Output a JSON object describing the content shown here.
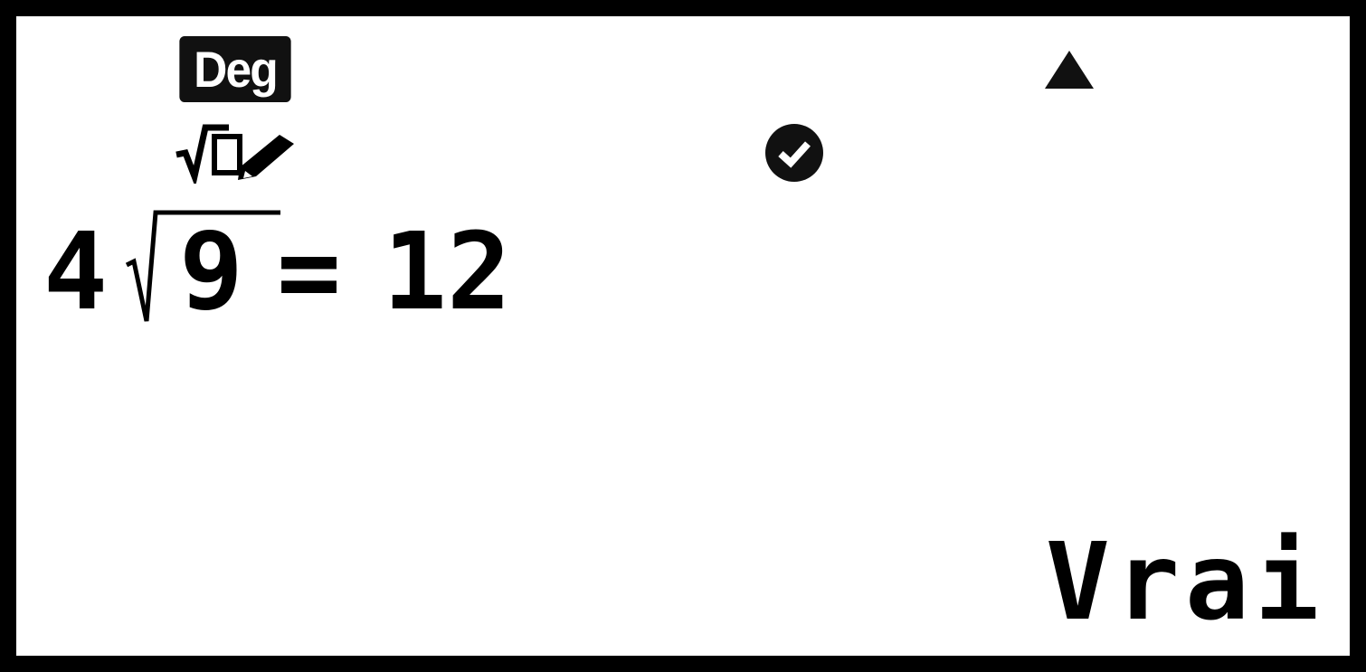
{
  "status": {
    "angle_unit": "Deg",
    "icons": [
      "math-input-icon",
      "check-icon",
      "scroll-up-triangle-icon"
    ]
  },
  "expression": {
    "coefficient": "4",
    "radicand": "9",
    "equals": "=",
    "rhs": "12"
  },
  "result": "Vrai"
}
